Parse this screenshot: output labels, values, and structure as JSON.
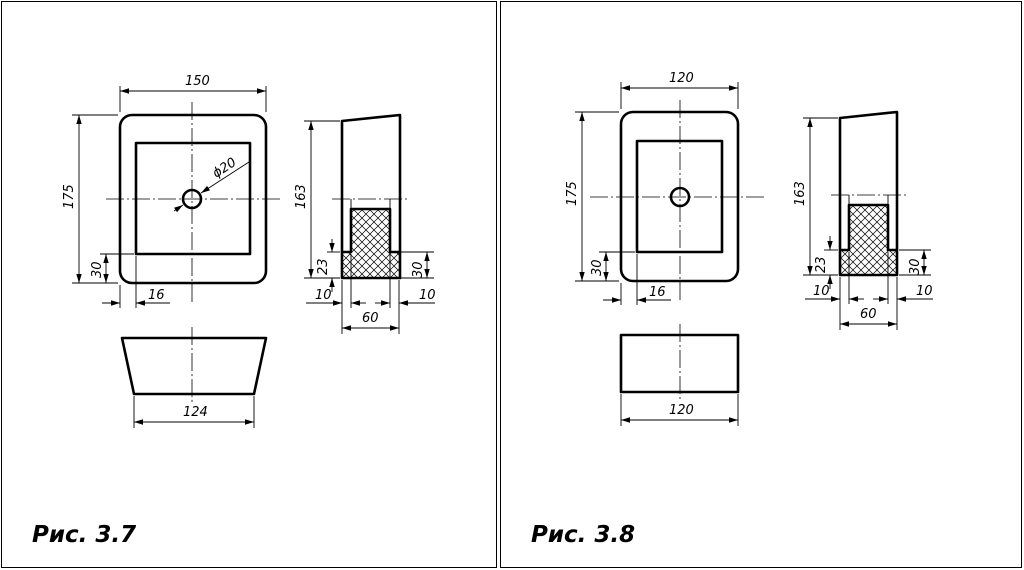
{
  "figures": [
    {
      "caption": "Рис. 3.7",
      "dims": {
        "width_top": "150",
        "height_left": "175",
        "hole_diameter": "ϕ20",
        "rim": "30",
        "wall": "16",
        "height_side": "163",
        "depth_inner": "23",
        "bottom_left": "10",
        "base_right": "30",
        "offset_right": "10",
        "base_width": "60",
        "bottom_width": "124"
      }
    },
    {
      "caption": "Рис. 3.8",
      "dims": {
        "width_top": "120",
        "height_left": "175",
        "rim": "30",
        "wall": "16",
        "height_side": "163",
        "depth_inner": "23",
        "bottom_left": "10",
        "base_right": "30",
        "offset_right": "10",
        "base_width": "60",
        "bottom_width": "120"
      }
    }
  ]
}
